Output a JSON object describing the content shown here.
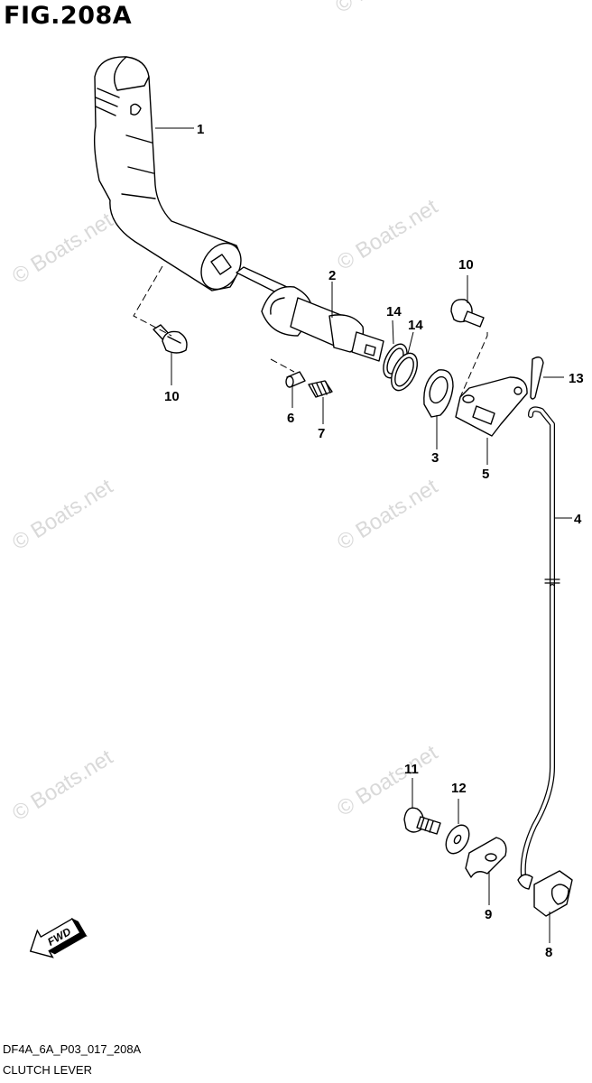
{
  "figure": {
    "title": "FIG.208A"
  },
  "watermark": {
    "text": "© Boats.net"
  },
  "callouts": {
    "c1": "1",
    "c2": "2",
    "c3": "3",
    "c4": "4",
    "c5": "5",
    "c6": "6",
    "c7": "7",
    "c8": "8",
    "c9": "9",
    "c10a": "10",
    "c10b": "10",
    "c11": "11",
    "c12": "12",
    "c13": "13",
    "c14a": "14",
    "c14b": "14"
  },
  "fwd": {
    "label": "FWD"
  },
  "footer": {
    "code": "DF4A_6A_P03_017_208A",
    "title": "CLUTCH LEVER"
  }
}
